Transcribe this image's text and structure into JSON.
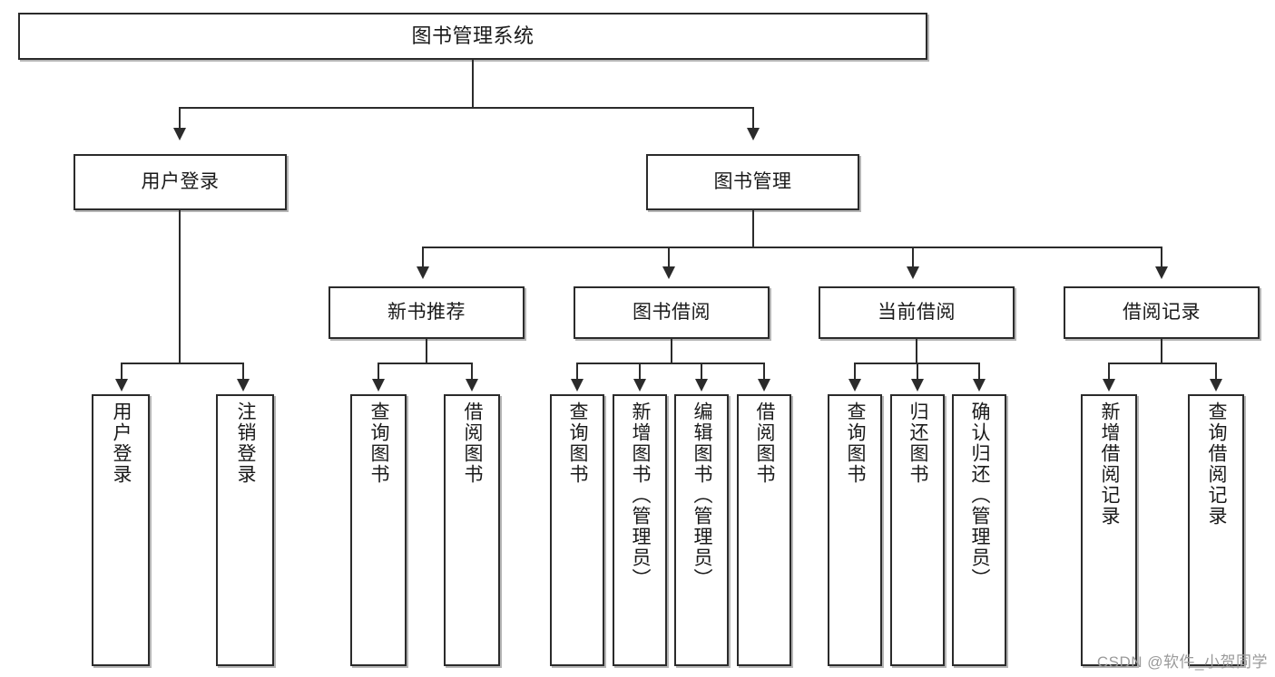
{
  "diagram": {
    "title": "图书管理系统",
    "type": "tree-hierarchy-diagram",
    "watermark": "CSDN @软件_小贺同学",
    "colors": {
      "box_border": "#2b2b2b",
      "box_fill": "#ffffff",
      "connector": "#2b2b2b",
      "text": "#1a1a1a",
      "watermark": "#9a9a9a"
    },
    "root": {
      "label": "图书管理系统"
    },
    "level2": [
      {
        "label": "用户登录"
      },
      {
        "label": "图书管理"
      }
    ],
    "level3": [
      {
        "label": "新书推荐"
      },
      {
        "label": "图书借阅"
      },
      {
        "label": "当前借阅"
      },
      {
        "label": "借阅记录"
      }
    ],
    "leaves": {
      "user_login": [
        {
          "label": "用户登录"
        },
        {
          "label": "注销登录"
        }
      ],
      "new_book_recommend": [
        {
          "label": "查询图书"
        },
        {
          "label": "借阅图书"
        }
      ],
      "book_borrow": [
        {
          "label": "查询图书"
        },
        {
          "label": "新增图书（管理员）"
        },
        {
          "label": "编辑图书（管理员）"
        },
        {
          "label": "借阅图书"
        }
      ],
      "current_borrow": [
        {
          "label": "查询图书"
        },
        {
          "label": "归还图书"
        },
        {
          "label": "确认归还（管理员）"
        }
      ],
      "borrow_record": [
        {
          "label": "新增借阅记录"
        },
        {
          "label": "查询借阅记录"
        }
      ]
    }
  }
}
